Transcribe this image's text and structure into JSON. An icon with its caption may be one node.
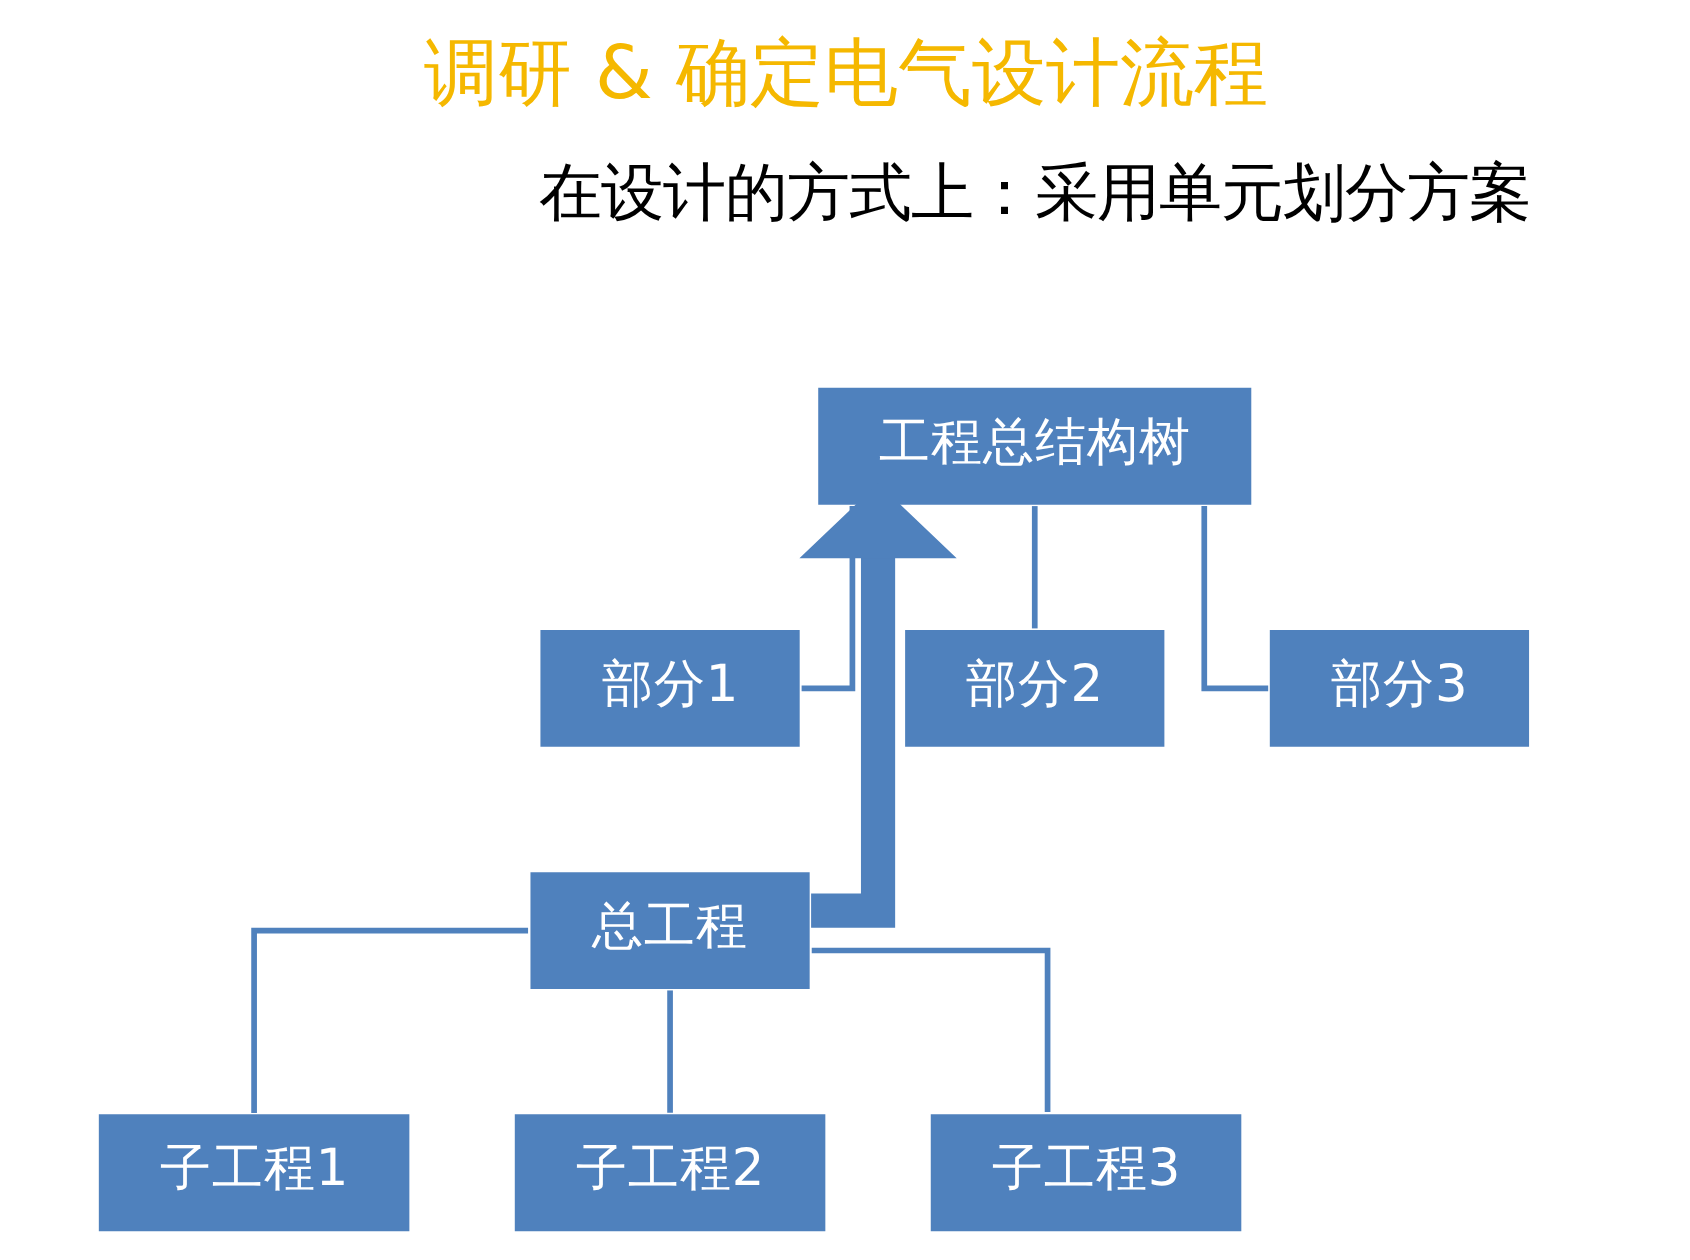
{
  "diagram": {
    "title": "调研 & 确定电气设计流程",
    "nodes": [
      {
        "text": [
          "工程总结构树"
        ]
      },
      {
        "text": [
          "部分1"
        ]
      },
      {
        "text": [
          "部分2"
        ]
      },
      {
        "text": [
          "部分3"
        ]
      },
      {
        "text": [
          "总工程"
        ]
      },
      {
        "text": [
          "子工程1"
        ]
      },
      {
        "text": [
          "子工程2"
        ]
      },
      {
        "text": [
          "子工程3"
        ]
      }
    ],
    "edges": [
      {
        "from": 0,
        "to": 1,
        "arrow": "none"
      },
      {
        "from": 0,
        "to": 2,
        "arrow": "none"
      },
      {
        "from": 0,
        "to": 3,
        "arrow": "none"
      },
      {
        "from": 4,
        "to": 0,
        "arrow": "to",
        "style": "thick"
      },
      {
        "from": 4,
        "to": 5,
        "arrow": "none"
      },
      {
        "from": 4,
        "to": 6,
        "arrow": "none"
      },
      {
        "from": 4,
        "to": 7,
        "arrow": "none"
      }
    ],
    "labels": [
      "在设计的方式上：采用单元划分方案"
    ]
  }
}
